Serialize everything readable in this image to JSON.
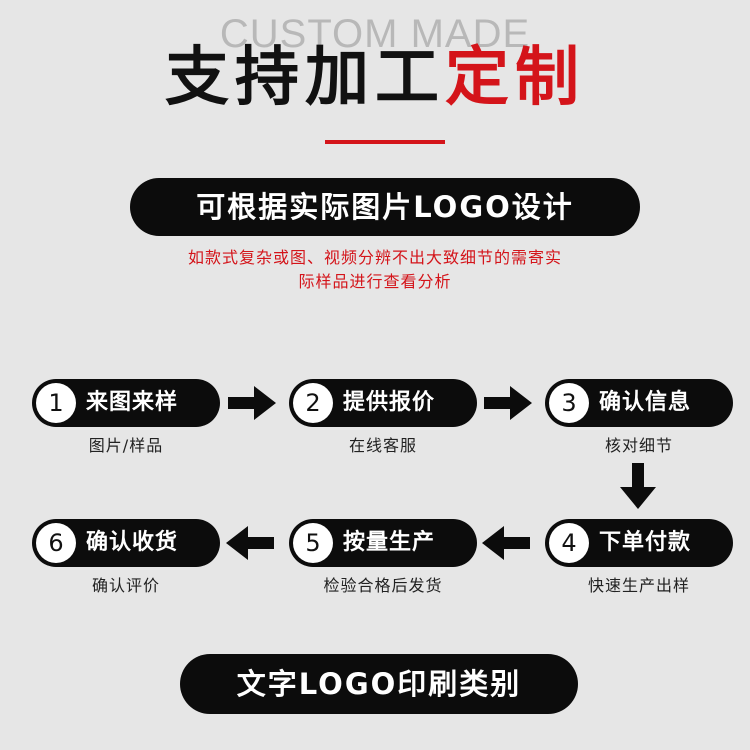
{
  "header": {
    "watermark": "CUSTOM MADE",
    "title_black": "支持加工",
    "title_red": "定制"
  },
  "design_pill": "可根据实际图片LOGO设计",
  "note": {
    "line1": "如款式复杂或图、视频分辨不出大致细节的需寄实",
    "line2": "际样品进行查看分析"
  },
  "steps": [
    {
      "num": "1",
      "label": "来图来样",
      "sub": "图片/样品"
    },
    {
      "num": "2",
      "label": "提供报价",
      "sub": "在线客服"
    },
    {
      "num": "3",
      "label": "确认信息",
      "sub": "核对细节"
    },
    {
      "num": "4",
      "label": "下单付款",
      "sub": "快速生产出样"
    },
    {
      "num": "5",
      "label": "按量生产",
      "sub": "检验合格后发货"
    },
    {
      "num": "6",
      "label": "确认收货",
      "sub": "确认评价"
    }
  ],
  "bottom_pill": "文字LOGO印刷类别",
  "colors": {
    "accent": "#d4141a",
    "pill": "#0c0c0c",
    "background": "#e6e6e6"
  },
  "icons": [
    "arrow-right-icon",
    "arrow-down-icon",
    "arrow-left-icon"
  ]
}
